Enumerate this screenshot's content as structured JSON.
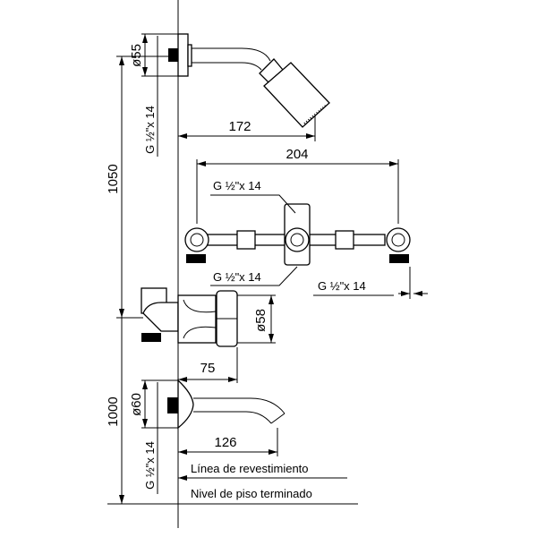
{
  "dims": {
    "shower_flange_diameter": "ø55",
    "shower_thread": "G ½\"x 14",
    "shower_projection": "172",
    "valve_spacing": "204",
    "valve_thread_top": "G ½\"x 14",
    "valve_thread_bottom": "G ½\"x 14",
    "valve_thread_right": "G ½\"x 14",
    "shower_height": "1050",
    "diverter_diameter": "ø58",
    "diverter_projection": "75",
    "spout_height": "1000",
    "spout_flange_diameter": "ø60",
    "spout_thread": "G ½\"x 14",
    "spout_projection": "126"
  },
  "labels": {
    "wall_line": "Línea de revestimiento",
    "floor_line": "Nivel de piso terminado"
  }
}
